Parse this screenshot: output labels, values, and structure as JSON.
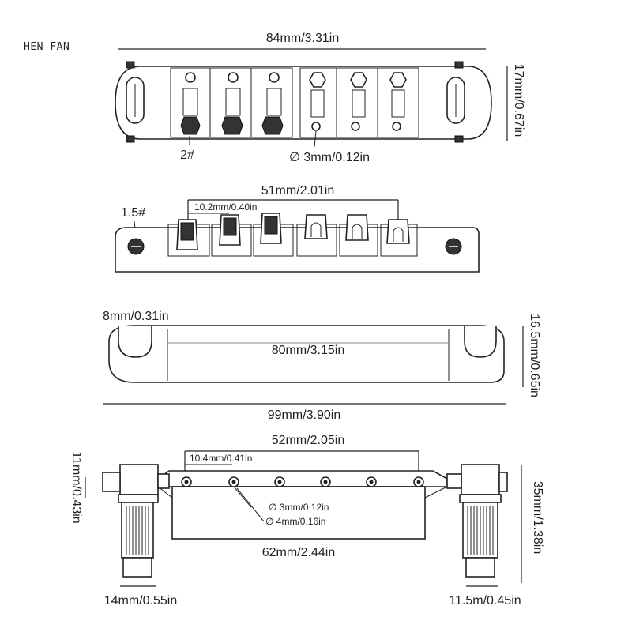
{
  "brand": "HEN FAN",
  "views": {
    "top": {
      "width_label": "84mm/3.31in",
      "height_label": "17mm/0.67in",
      "screw_label": "2#",
      "hole_label": "∅ 3mm/0.12in"
    },
    "front": {
      "span_label": "51mm/2.01in",
      "spacing_label": "10.2mm/0.40in",
      "screw_label": "1.5#"
    },
    "tailpiece": {
      "slot_label": "8mm/0.31in",
      "inner_label": "80mm/3.15in",
      "height_label": "16.5mm/0.65in",
      "overall_label": "99mm/3.90in"
    },
    "assembly": {
      "span_label": "52mm/2.05in",
      "spacing_label": "10.4mm/0.41in",
      "hole_small_label": "∅ 3mm/0.12in",
      "hole_large_label": "∅ 4mm/0.16in",
      "post_height_label": "11mm/0.43in",
      "total_height_label": "35mm/1.38in",
      "base_label": "62mm/2.44in",
      "left_post_label": "14mm/0.55in",
      "right_post_label": "11.5m/0.45in"
    }
  }
}
